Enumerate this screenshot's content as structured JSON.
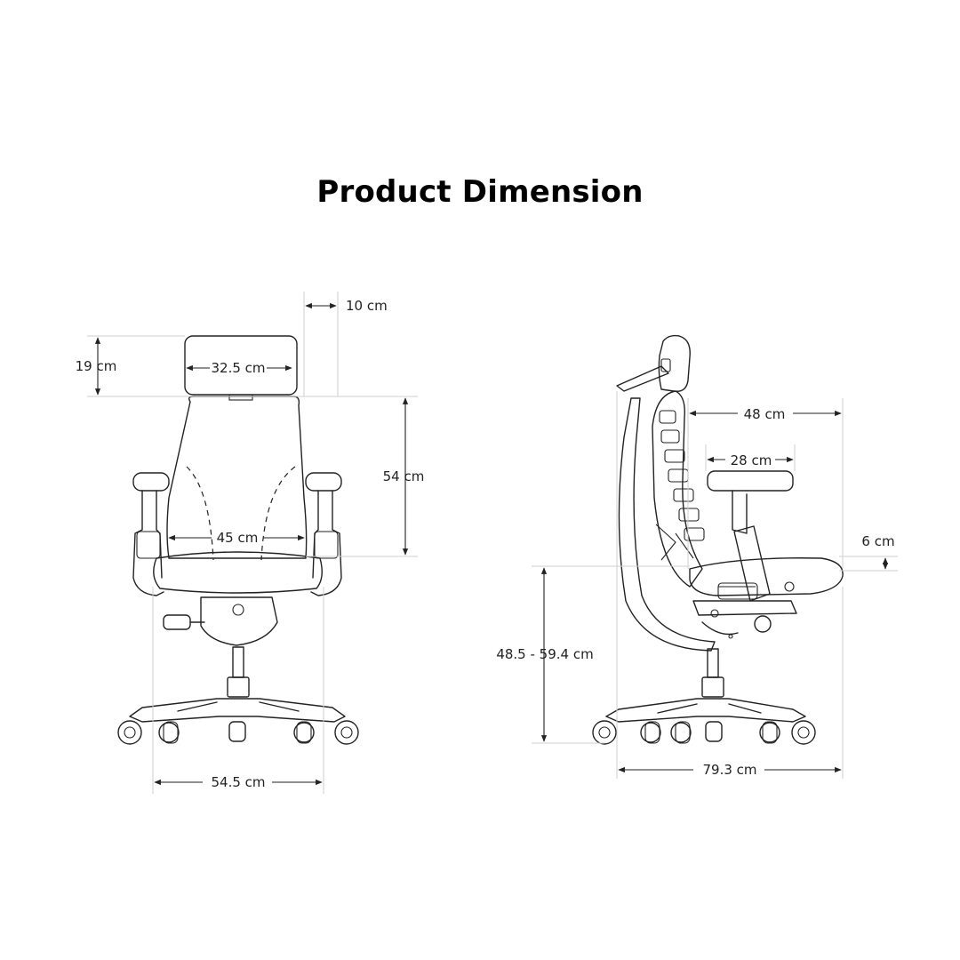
{
  "title": "Product Dimension",
  "colors": {
    "line": "#222222",
    "background": "#ffffff",
    "extension": "#cfcfcf"
  },
  "front_view": {
    "headrest_depth": "10 cm",
    "headrest_height": "19 cm",
    "headrest_width": "32.5 cm",
    "backrest_height": "54 cm",
    "backrest_width": "45 cm",
    "base_width": "54.5 cm"
  },
  "side_view": {
    "seat_depth": "48 cm",
    "armrest_length": "28 cm",
    "seat_thickness": "6 cm",
    "seat_height": "48.5 - 59.4 cm",
    "base_depth": "79.3 cm"
  }
}
